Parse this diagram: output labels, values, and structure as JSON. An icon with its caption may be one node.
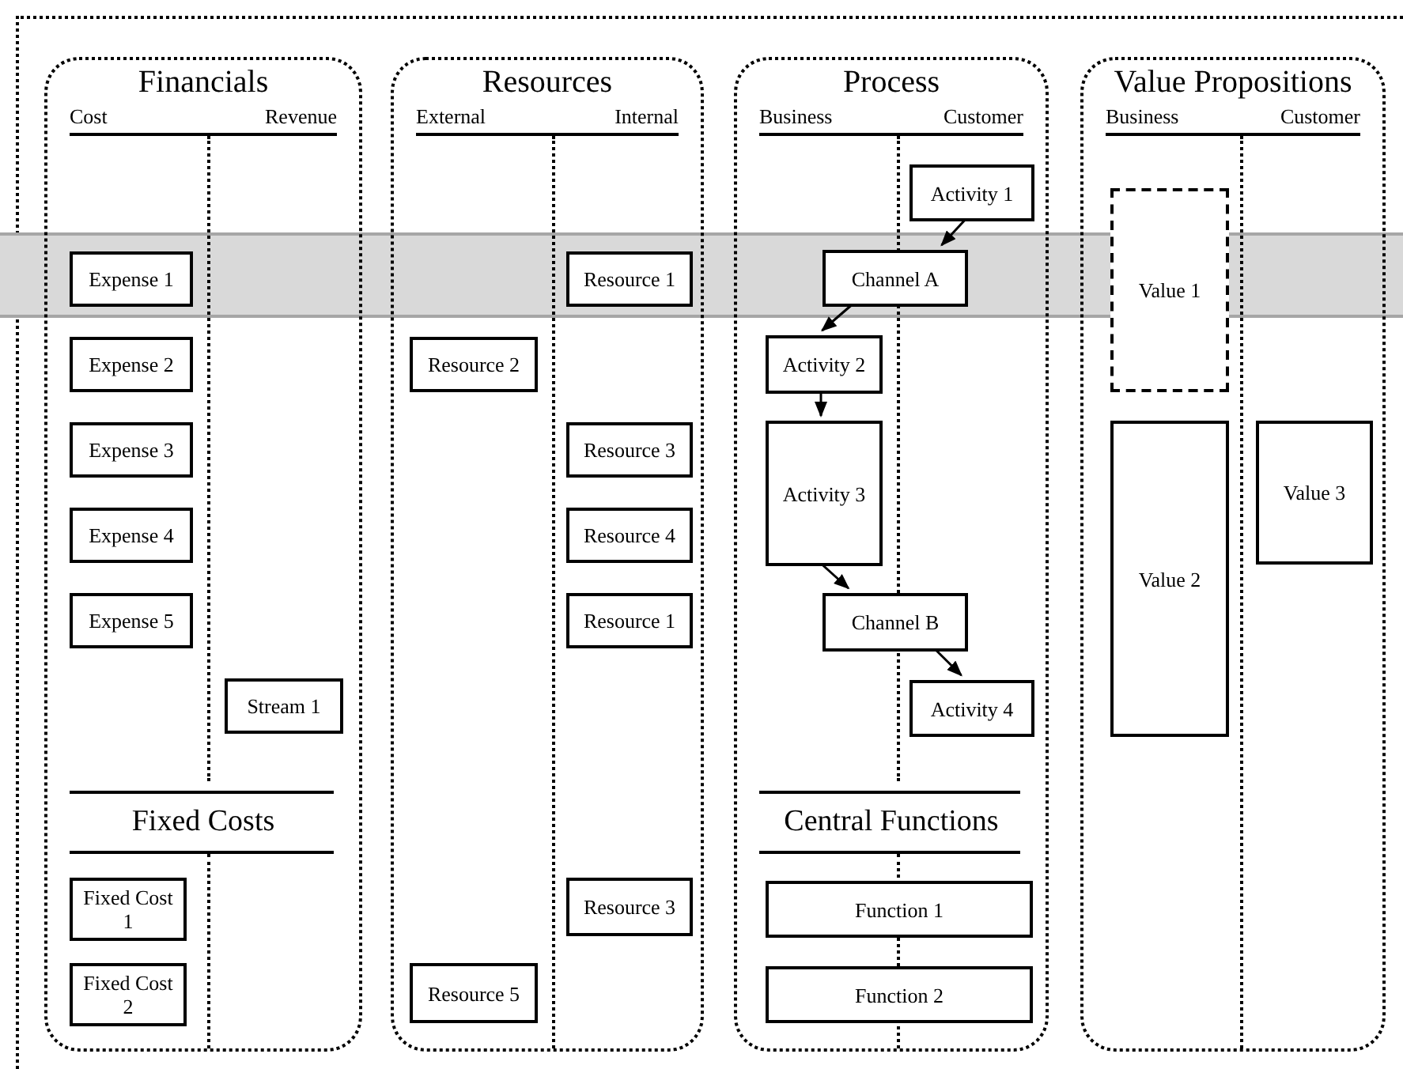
{
  "diagram": {
    "nodes": [
      {
        "text": [
          "Financials",
          "Cost",
          "Revenue",
          "Fixed Costs"
        ]
      },
      {
        "text": [
          "Expense 1"
        ],
        "in": 0
      },
      {
        "text": [
          "Expense 2"
        ],
        "in": 0
      },
      {
        "text": [
          "Expense 3"
        ],
        "in": 0
      },
      {
        "text": [
          "Expense 4"
        ],
        "in": 0
      },
      {
        "text": [
          "Expense 5"
        ],
        "in": 0
      },
      {
        "text": [
          "Stream 1"
        ],
        "in": 0
      },
      {
        "text": [
          "Fixed Cost 1"
        ],
        "in": 0
      },
      {
        "text": [
          "Fixed Cost 2"
        ],
        "in": 0
      },
      {
        "text": [
          "Resources",
          "External",
          "Internal"
        ]
      },
      {
        "text": [
          "Resource 1"
        ],
        "in": 9
      },
      {
        "text": [
          "Resource 2"
        ],
        "in": 9
      },
      {
        "text": [
          "Resource 3"
        ],
        "in": 9
      },
      {
        "text": [
          "Resource 4"
        ],
        "in": 9
      },
      {
        "text": [
          "Resource 1"
        ],
        "in": 9
      },
      {
        "text": [
          "Resource 3"
        ],
        "in": 9
      },
      {
        "text": [
          "Resource 5"
        ],
        "in": 9
      },
      {
        "text": [
          "Process",
          "Business",
          "Customer",
          "Central Functions"
        ]
      },
      {
        "text": [
          "Activity 1"
        ],
        "in": 17
      },
      {
        "text": [
          "Channel A"
        ],
        "in": 17
      },
      {
        "text": [
          "Activity 2"
        ],
        "in": 17
      },
      {
        "text": [
          "Activity 3"
        ],
        "in": 17
      },
      {
        "text": [
          "Channel B"
        ],
        "in": 17
      },
      {
        "text": [
          "Activity 4"
        ],
        "in": 17
      },
      {
        "text": [
          "Function 1"
        ],
        "in": 17
      },
      {
        "text": [
          "Function 2"
        ],
        "in": 17
      },
      {
        "text": [
          "Value Propositions",
          "Business",
          "Customer"
        ]
      },
      {
        "text": [
          "Value 1"
        ],
        "in": 26
      },
      {
        "text": [
          "Value 2"
        ],
        "in": 26
      },
      {
        "text": [
          "Value 3"
        ],
        "in": 26
      }
    ],
    "edges": [
      {
        "from": 18,
        "to": 19,
        "arrow": "to"
      },
      {
        "from": 19,
        "to": 20,
        "arrow": "to"
      },
      {
        "from": 20,
        "to": 21,
        "arrow": "to"
      },
      {
        "from": 21,
        "to": 22,
        "arrow": "to"
      },
      {
        "from": 22,
        "to": 23,
        "arrow": "to"
      }
    ]
  }
}
